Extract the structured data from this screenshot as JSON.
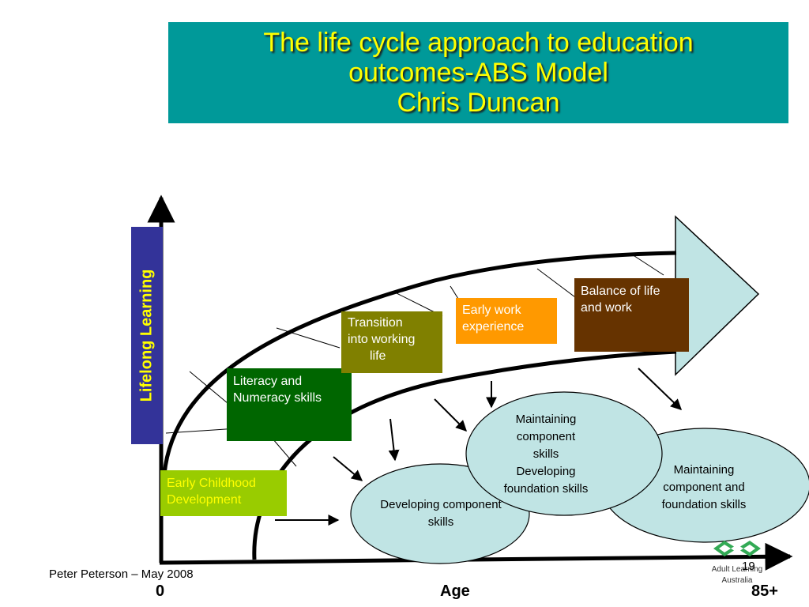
{
  "title": {
    "line1": "The life cycle approach to education",
    "line2": "outcomes-ABS Model",
    "line3": "Chris Duncan"
  },
  "y_axis_label": "Lifelong Learning",
  "x_axis": {
    "label": "Age",
    "start": "0",
    "end": "85+"
  },
  "stages": {
    "early_childhood": {
      "line1": "Early Childhood",
      "line2": "Development",
      "color": "#99cc00"
    },
    "literacy": {
      "line1": "Literacy and",
      "line2": "Numeracy skills",
      "color": "#006600"
    },
    "transition": {
      "line1": "Transition",
      "line2": "into working",
      "line3": "life",
      "color": "#808000"
    },
    "early_work": {
      "line1": "Early work",
      "line2": "experience",
      "color": "#ff9900"
    },
    "balance": {
      "line1": "Balance of life",
      "line2": "and work",
      "color": "#663300"
    }
  },
  "bubbles": {
    "developing": {
      "line1": "Developing component",
      "line2": "skills"
    },
    "maintaining_developing": {
      "line1": "Maintaining",
      "line2": "component",
      "line3": "skills",
      "line4": "Developing",
      "line5": "foundation skills"
    },
    "maintaining_foundation": {
      "line1": "Maintaining",
      "line2": "component and",
      "line3": "foundation skills"
    }
  },
  "footer": "Peter Peterson – May 2008",
  "page_number": "19",
  "logo": {
    "line1": "Adult Learning",
    "line2": "Australia"
  },
  "colors": {
    "title_bg": "#009999",
    "title_text": "#ffff00",
    "ylabel_bg": "#333399",
    "bubble_fill": "#c0e4e4",
    "arrow_fill": "#c0e4e4"
  }
}
